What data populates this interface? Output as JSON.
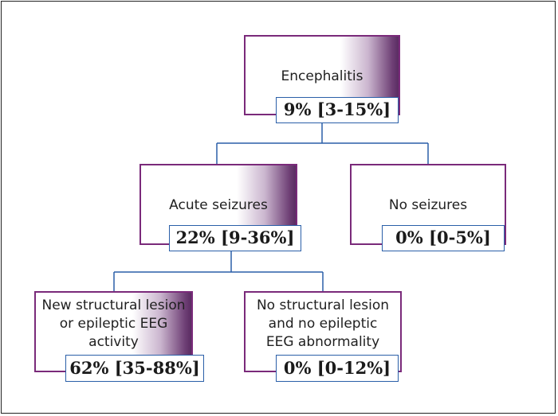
{
  "nodes": {
    "encephalitis": {
      "label": "Encephalitis",
      "stat": "9% [3-15%]"
    },
    "acute_seizures": {
      "label": "Acute seizures",
      "stat": "22% [9-36%]"
    },
    "no_seizures": {
      "label": "No seizures",
      "stat": "0% [0-5%]"
    },
    "lesion": {
      "label_lines": [
        "New structural lesion",
        "or epileptic EEG",
        "activity"
      ],
      "stat": "62% [35-88%]"
    },
    "no_lesion": {
      "label_lines": [
        "No structural lesion",
        "and no epileptic",
        "EEG abnormality"
      ],
      "stat": "0% [0-12%]"
    }
  },
  "colors": {
    "node_border": "#7a2a7a",
    "stat_border": "#2a5fa8",
    "connector": "#2a5fa8"
  }
}
